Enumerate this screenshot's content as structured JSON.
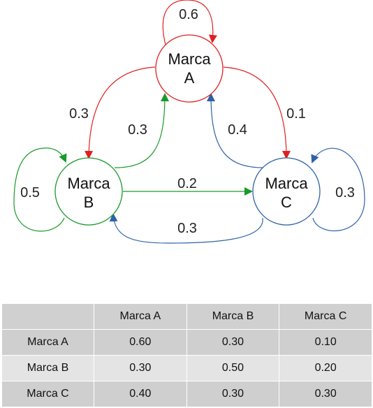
{
  "diagram": {
    "nodes": {
      "a": {
        "line1": "Marca",
        "line2": "A",
        "color": "#e02020"
      },
      "b": {
        "line1": "Marca",
        "line2": "B",
        "color": "#1a9a2a"
      },
      "c": {
        "line1": "Marca",
        "line2": "C",
        "color": "#2f62a6"
      }
    },
    "edges": {
      "a_a": "0.6",
      "a_b": "0.3",
      "a_c": "0.1",
      "b_a": "0.3",
      "b_b": "0.5",
      "b_c": "0.2",
      "c_a": "0.4",
      "c_b": "0.3",
      "c_c": "0.3"
    }
  },
  "table": {
    "columns": [
      "",
      "Marca A",
      "Marca B",
      "Marca C"
    ],
    "rows": [
      [
        "Marca A",
        "0.60",
        "0.30",
        "0.10"
      ],
      [
        "Marca B",
        "0.30",
        "0.50",
        "0.20"
      ],
      [
        "Marca C",
        "0.40",
        "0.30",
        "0.30"
      ]
    ]
  }
}
